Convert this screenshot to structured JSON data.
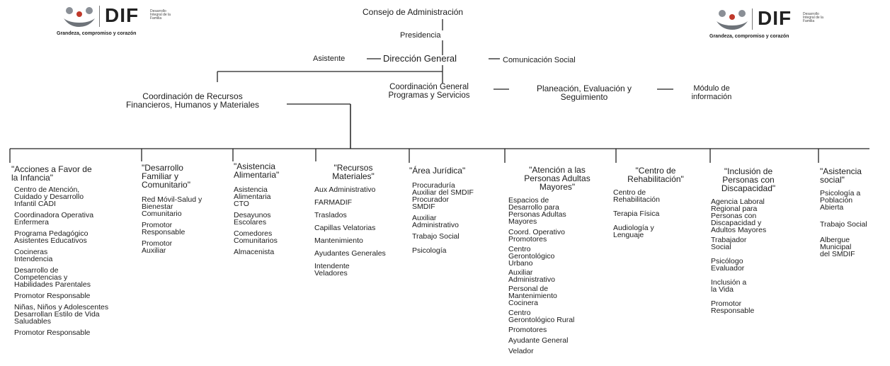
{
  "logos": {
    "brand": "DIF",
    "tagline": "Grandeza, compromiso y corazón",
    "subtitle": "Desarrollo Integral de la Familia",
    "colors": {
      "icon": "#8a8f96",
      "accent": "#c0392b"
    }
  },
  "top": {
    "council": "Consejo de Administración",
    "presidency": "Presidencia",
    "assistant": "Asistente",
    "general_direction": "Dirección General",
    "social_comm": "Comunicación Social"
  },
  "level2": {
    "resources": "Coordinación de Recursos\nFinancieros, Humanos y Materiales",
    "programs": "Coordinación General\nProgramas y Servicios",
    "planning": "Planeación, Evaluación y\nSeguimiento",
    "info_module": "Módulo de\ninformación"
  },
  "columns": [
    {
      "head": "\"Acciones a Favor de\nla Infancia\"",
      "items": [
        "Centro de Atención,\nCuidado y Desarrollo\nInfantil CADI",
        "Coordinadora Operativa\nEnfermera",
        "Programa Pedagógico\nAsistentes Educativos",
        "Cocineras\nIntendencia",
        "Desarrollo de\nCompetencias y\nHabilidades Parentales",
        "Promotor Responsable",
        "Niñas, Niños y Adolescentes\nDesarrollan Estilo de Vida\nSaludables",
        "Promotor Responsable"
      ]
    },
    {
      "head": "\"Desarrollo\nFamiliar y\nComunitario\"",
      "items": [
        "Red Móvil-Salud y\nBienestar\nComunitario",
        "Promotor\nResponsable",
        "Promotor\nAuxiliar"
      ]
    },
    {
      "head": "\"Asistencia\nAlimentaria\"",
      "items": [
        "Asistencia\nAlimentaria\nCTO",
        "Desayunos\nEscolares",
        "Comedores\nComunitarios",
        "Almacenista"
      ]
    },
    {
      "head": "\"Recursos\nMateriales\"",
      "items": [
        "Aux Administrativo",
        "FARMADIF",
        "Traslados",
        "Capillas Velatorias",
        "Mantenimiento",
        "Ayudantes Generales",
        "Intendente\nVeladores"
      ]
    },
    {
      "head": "\"Área Jurídica\"",
      "items": [
        "Procuraduría\nAuxiliar del SMDIF\nProcurador\nSMDIF",
        "Auxiliar\nAdministrativo",
        "Trabajo Social",
        "Psicología"
      ]
    },
    {
      "head": "\"Atención a las\nPersonas Adultas\nMayores\"",
      "items": [
        "Espacios de\nDesarrollo para\nPersonas Adultas\nMayores",
        "Coord. Operativo\nPromotores",
        "Centro\nGerontológico\nUrbano",
        "Auxiliar\nAdministrativo",
        "Personal de\nMantenimiento\nCocinera",
        "Centro\nGerontológico Rural",
        "Promotores",
        "Ayudante General",
        "Velador"
      ]
    },
    {
      "head": "\"Centro de\nRehabilitación\"",
      "items": [
        "Centro de\nRehabilitación",
        "Terapia Física",
        "Audiología y\nLenguaje"
      ]
    },
    {
      "head": "\"Inclusión de\nPersonas con\nDiscapacidad\"",
      "items": [
        "Agencia Laboral\nRegional para\nPersonas con\nDiscapacidad y\nAdultos Mayores",
        "Trabajador\nSocial",
        "Psicólogo\nEvaluador",
        "Inclusión a\nla Vida",
        "Promotor\nResponsable"
      ]
    },
    {
      "head": "\"Asistencia\nsocial\"",
      "items": [
        "Psicología a\nPoblación\nAbierta",
        "Trabajo Social",
        "Albergue\nMunicipal\ndel SMDIF"
      ]
    }
  ]
}
